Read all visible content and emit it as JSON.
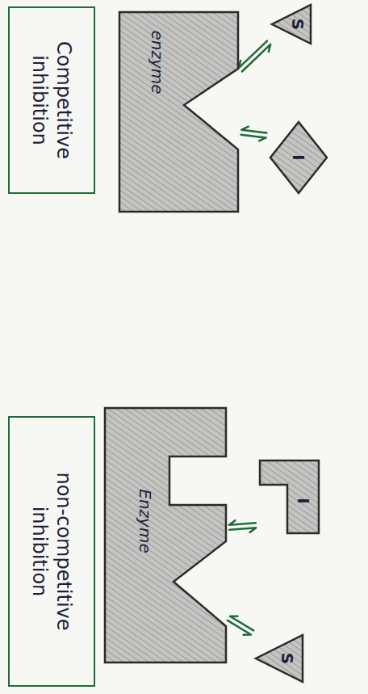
{
  "diagram": {
    "nodes": [
      {
        "text": [
          "Competitive inhibition"
        ]
      },
      {
        "text": [
          "enzyme"
        ]
      },
      {
        "text": [
          "S"
        ]
      },
      {
        "text": [
          "I"
        ]
      },
      {
        "text": [
          "non-competitive inhibition"
        ]
      },
      {
        "text": [
          "Enzyme"
        ]
      },
      {
        "text": [
          "I"
        ]
      },
      {
        "text": [
          "S"
        ]
      }
    ],
    "edges": [
      {
        "from": 2,
        "to": 1,
        "arrow": "both"
      },
      {
        "from": 3,
        "to": 1,
        "arrow": "both"
      },
      {
        "from": 6,
        "to": 5,
        "arrow": "both"
      },
      {
        "from": 7,
        "to": 5,
        "arrow": "both"
      }
    ]
  }
}
